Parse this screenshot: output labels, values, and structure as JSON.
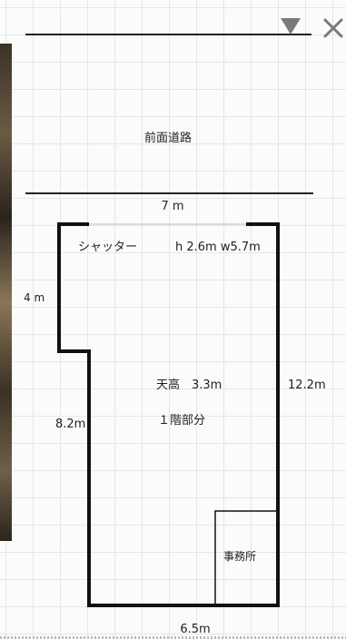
{
  "floorplan": {
    "road_label": "前面道路",
    "road_width": "7 m",
    "shutter_label": "シャッター",
    "shutter_size": "h 2.6m w5.7m",
    "left_top_dim": "4 m",
    "left_dim": "8.2m",
    "right_dim": "12.2m",
    "ceiling_label": "天高　3.3m",
    "floor_label": "１階部分",
    "office_label": "事務所",
    "bottom_dim": "6.5m"
  },
  "controls": {
    "dropdown_icon": "triangle-down",
    "close_icon": "x"
  },
  "colors": {
    "wall": "#111111",
    "grid": "#e6e6e6",
    "control": "#7a7a7a"
  }
}
